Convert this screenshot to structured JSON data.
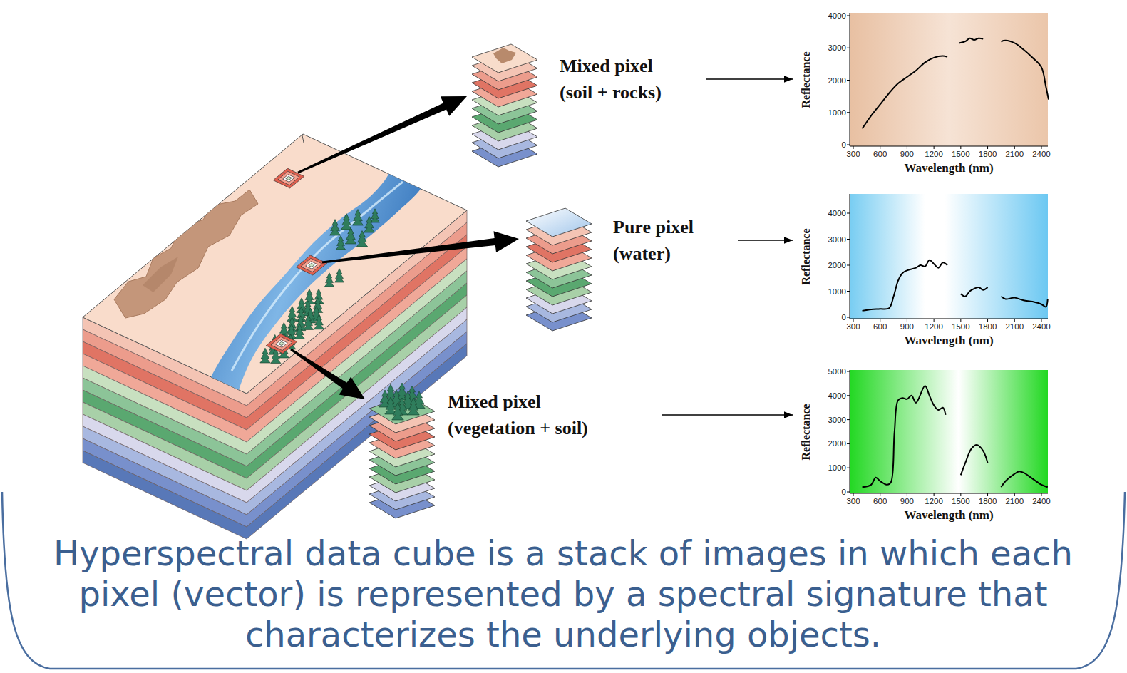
{
  "diagram": {
    "caption": "Hyperspectral data cube is a stack of images in which each pixel (vector) is represented by a spectral signature that characterizes the underlying objects.",
    "nodes": [
      {
        "text": [
          "Mixed pixel (soil + rocks)"
        ]
      },
      {
        "text": [
          "Reflectance",
          "Wavelength (nm)"
        ]
      },
      {
        "text": [
          "Pure pixel (water)"
        ]
      },
      {
        "text": [
          "Reflectance",
          "Wavelength (nm)"
        ]
      },
      {
        "text": [
          "Mixed pixel (vegetation + soil)"
        ]
      },
      {
        "text": [
          "Reflectance",
          "Wavelength (nm)"
        ]
      }
    ],
    "edges": [
      {
        "from": 0,
        "to": 1,
        "arrow": "to"
      },
      {
        "from": 2,
        "to": 3,
        "arrow": "to"
      },
      {
        "from": 4,
        "to": 5,
        "arrow": "to"
      }
    ],
    "labels": [
      "4000",
      "3000",
      "2000",
      "1000",
      "0",
      "300",
      "600",
      "900",
      "1200",
      "1500",
      "1800",
      "2100",
      "2400",
      "4000",
      "3000",
      "2000",
      "1000",
      "0",
      "300",
      "600",
      "900",
      "1200",
      "1500",
      "1800",
      "2100",
      "2400",
      "5000",
      "4000",
      "3000",
      "2000",
      "1000",
      "0",
      "300",
      "600",
      "900",
      "1200",
      "1500",
      "1800",
      "2100",
      "2400"
    ]
  }
}
